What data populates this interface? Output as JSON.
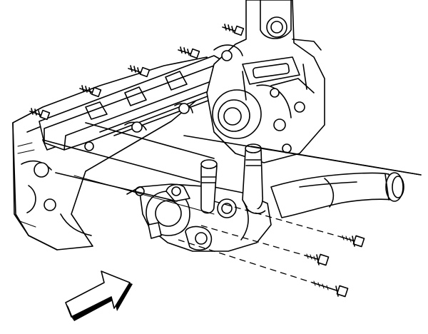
{
  "figure": {
    "background": "#ffffff",
    "line_color": "#000000",
    "icons": [
      "engine-block",
      "cylinder-head",
      "water-pump",
      "thermostat-housing",
      "coolant-pipe",
      "bolt",
      "direction-arrow"
    ]
  }
}
